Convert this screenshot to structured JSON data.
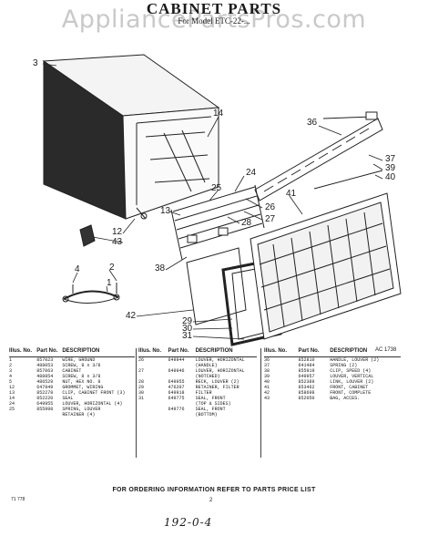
{
  "header": {
    "title": "CABINET PARTS",
    "subtitle": "For Model ETC-22-...",
    "watermark": "AppliancePartsPros.com"
  },
  "figure": {
    "code": "AC 1738",
    "callouts": [
      "3",
      "14",
      "36",
      "37",
      "39",
      "40",
      "24",
      "25",
      "26",
      "27",
      "28",
      "41",
      "13",
      "12",
      "43",
      "2",
      "4",
      "1",
      "38",
      "42",
      "29",
      "30",
      "31"
    ]
  },
  "parts_tables": {
    "headers": {
      "illus": "Illus. No.",
      "part": "Part No.",
      "desc": "DESCRIPTION"
    },
    "col1": [
      {
        "n": "1",
        "p": "857023",
        "d": "WIRE, GROUND"
      },
      {
        "n": "2",
        "p": "488053",
        "d": "SCREW, 8 x 3/8"
      },
      {
        "n": "3",
        "p": "857063",
        "d": "CABINET"
      },
      {
        "n": "4",
        "p": "488854",
        "d": "SCREW, 8 x 3/8"
      },
      {
        "n": "5",
        "p": "486529",
        "d": "NUT, HEX NO. 8"
      },
      {
        "n": "12",
        "p": "647849",
        "d": "GROMMET, WIRING"
      },
      {
        "n": "13",
        "p": "852278",
        "d": "CLIP, CABINET FRONT (3)"
      },
      {
        "n": "14",
        "p": "852220",
        "d": "SEAL"
      },
      {
        "n": "24",
        "p": "649955",
        "d": "LOUVER, HORIZONTAL (4)"
      },
      {
        "n": "25",
        "p": "855998",
        "d": "SPRING, LOUVER"
      },
      {
        "n": "",
        "p": "",
        "d": "RETAINER (4)"
      }
    ],
    "col2": [
      {
        "n": "26",
        "p": "649944",
        "d": "LOUVER, HORIZONTAL"
      },
      {
        "n": "",
        "p": "",
        "d": "(HANDLE)"
      },
      {
        "n": "27",
        "p": "649946",
        "d": "LOUVER, HORIZONTAL"
      },
      {
        "n": "",
        "p": "",
        "d": "(NOTCHED)"
      },
      {
        "n": "28",
        "p": "649955",
        "d": "RECK, LOUVER (2)"
      },
      {
        "n": "29",
        "p": "476207",
        "d": "RETAINER, FILTER"
      },
      {
        "n": "30",
        "p": "649918",
        "d": "FILTER"
      },
      {
        "n": "31",
        "p": "649775",
        "d": "SEAL, FRONT"
      },
      {
        "n": "",
        "p": "",
        "d": "(TOP & SIDES)"
      },
      {
        "n": "",
        "p": "649776",
        "d": "SEAL, FRONT"
      },
      {
        "n": "",
        "p": "",
        "d": "(BOTTOM)"
      }
    ],
    "col3": [
      {
        "n": "36",
        "p": "852810",
        "d": "HANDLE, LOUVER (2)"
      },
      {
        "n": "37",
        "p": "641484",
        "d": "SPRING (2)"
      },
      {
        "n": "38",
        "p": "855919",
        "d": "CLIP, SPEED (4)"
      },
      {
        "n": "39",
        "p": "649957",
        "d": "LOUVER, VERTICAL"
      },
      {
        "n": "40",
        "p": "852389",
        "d": "LINK, LOUVER (2)"
      },
      {
        "n": "41",
        "p": "853462",
        "d": "FRONT, CABINET"
      },
      {
        "n": "42",
        "p": "858698",
        "d": "FRONT, COMPLETE"
      },
      {
        "n": "43",
        "p": "852050",
        "d": "BAG, ACCES."
      }
    ]
  },
  "footer": {
    "order_note": "FOR ORDERING INFORMATION REFER TO PARTS PRICE LIST",
    "left_code": "71 778",
    "page_number": "2",
    "handwritten": "192-0-4"
  }
}
